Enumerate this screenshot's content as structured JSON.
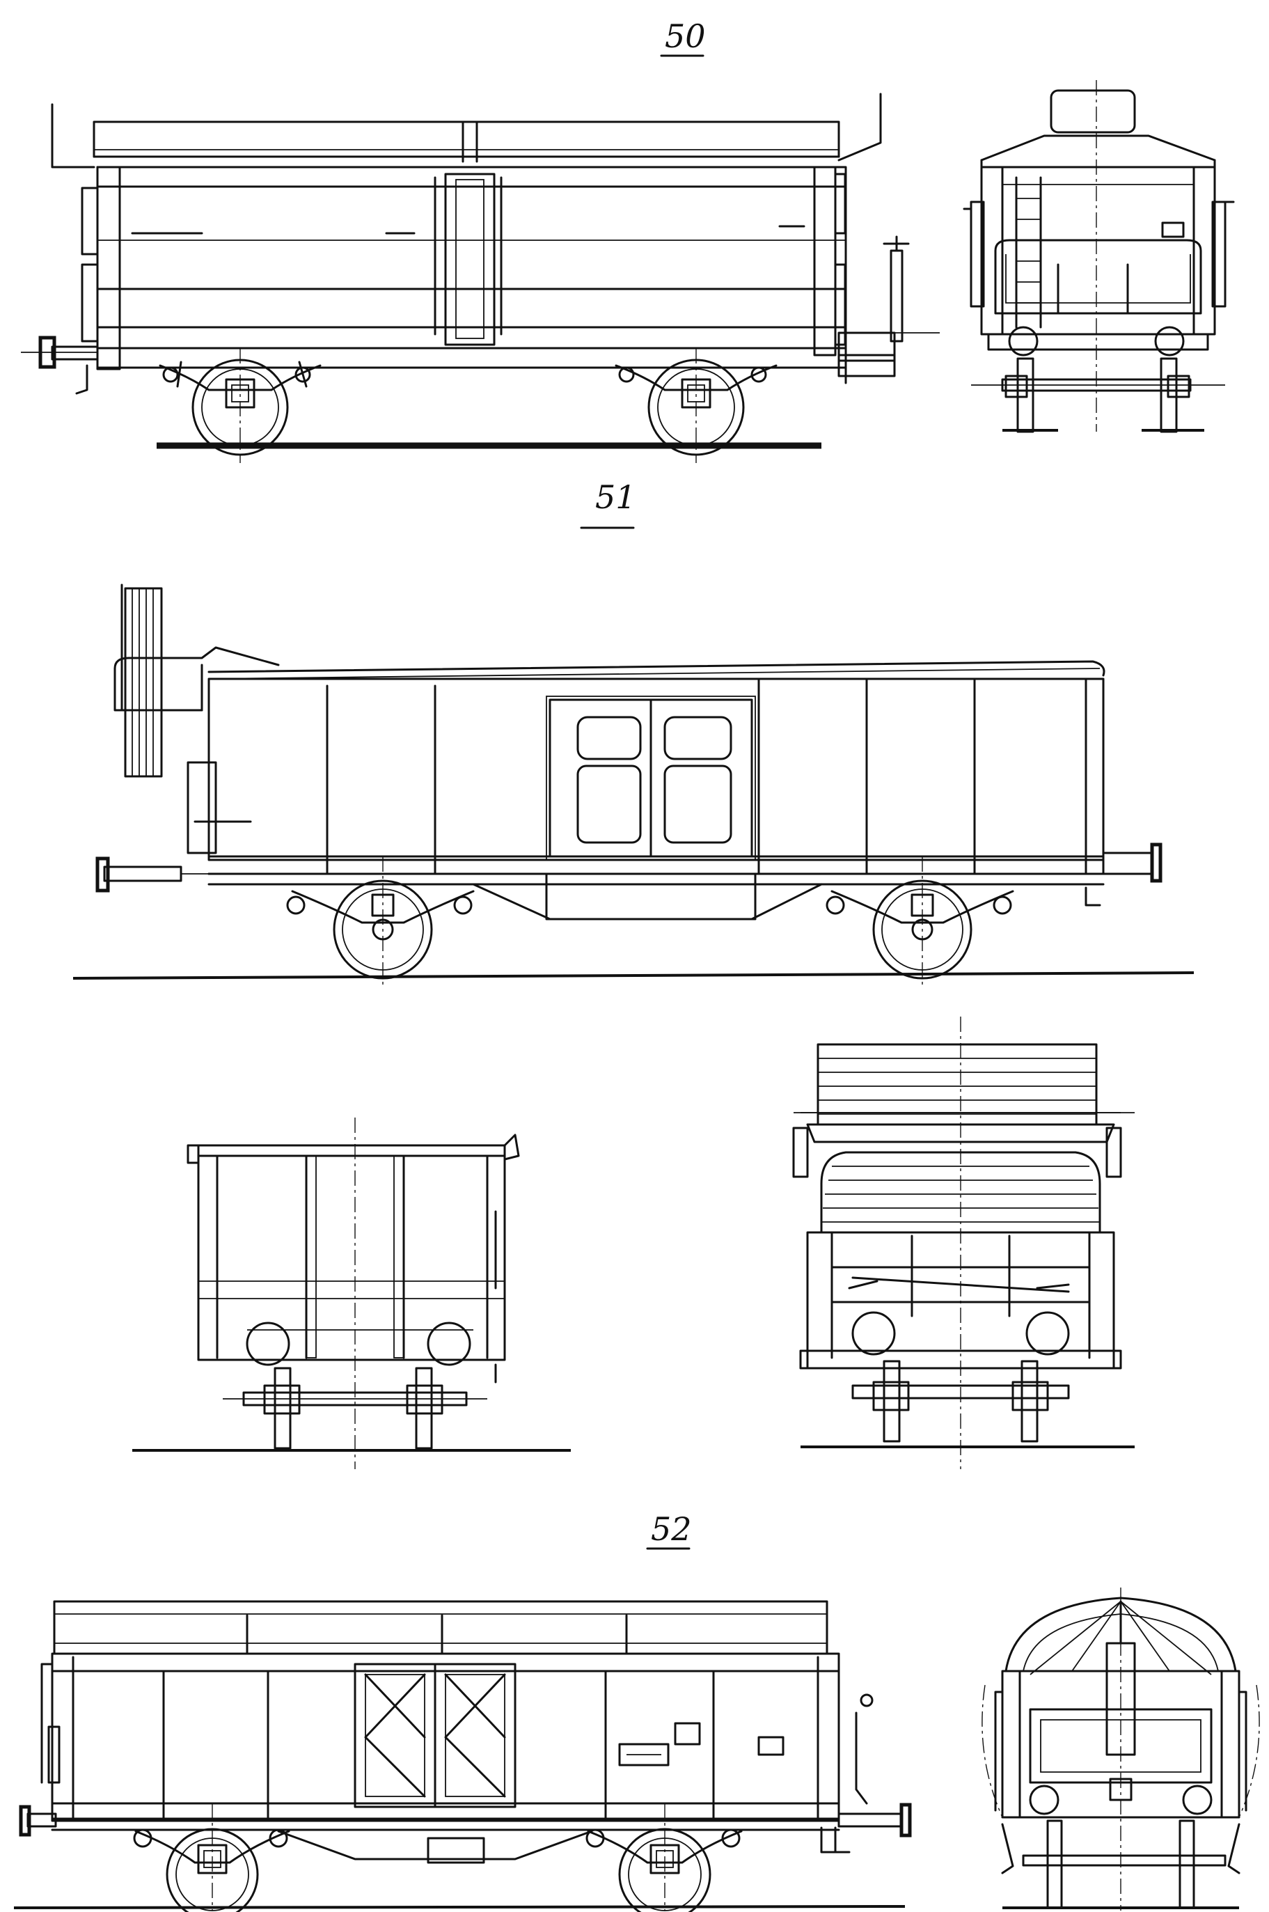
{
  "figures": [
    {
      "number": "50"
    },
    {
      "number": "51"
    },
    {
      "number": "52"
    }
  ]
}
